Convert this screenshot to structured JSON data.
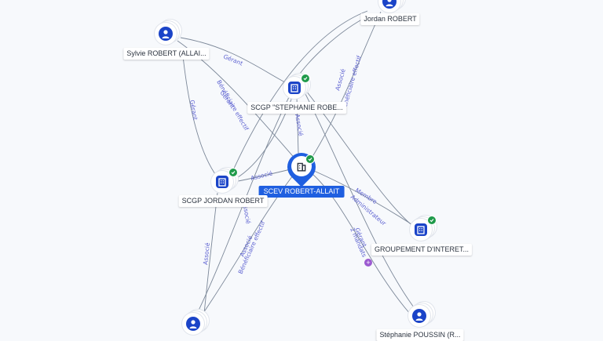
{
  "nodes": {
    "jordan_robert": {
      "label": "Jordan ROBERT",
      "icon": "person-icon"
    },
    "sylvie_robert": {
      "label": "Sylvie ROBERT (ALLAI...",
      "icon": "person-icon"
    },
    "scgp_stephanie": {
      "label": "SCGP \"STEPHANIE ROBE...",
      "icon": "building-icon",
      "verified": true
    },
    "scev_robert_allait": {
      "label": "SCEV ROBERT-ALLAIT",
      "icon": "building-icon",
      "verified": true
    },
    "scgp_jordan": {
      "label": "SCGP JORDAN ROBERT",
      "icon": "building-icon",
      "verified": true
    },
    "groupement": {
      "label": "GROUPEMENT D'INTERET...",
      "icon": "building-icon",
      "verified": true
    },
    "stephanie_poussin": {
      "label": "Stéphanie POUSSIN (R...",
      "icon": "person-icon"
    },
    "person_bottom_left": {
      "label": "",
      "icon": "person-icon"
    }
  },
  "edge_labels": {
    "e1": "Gérant",
    "e2": "Gérant",
    "e3": "Bénéficiaire effectif",
    "e4": "Gérant",
    "e5": "Bénéficiaire effectif",
    "e6": "Associé",
    "e7": "Bénéficiaire effectif",
    "e8": "Associé",
    "e9": "Associé",
    "e10": "Associé",
    "e11": "Associé",
    "e12": "Bénéficiaire effectif",
    "e13": "Associé",
    "e14": "Membre",
    "e15": "Administrateur",
    "e16": "Gérant",
    "e17": "2 mandats"
  },
  "expand_badge": "+",
  "colors": {
    "accent": "#1f5fe0",
    "icon": "#1b44c8",
    "verified": "#1f9a4a",
    "edge_label": "#5a5fd0",
    "edge": "#7b8798"
  }
}
